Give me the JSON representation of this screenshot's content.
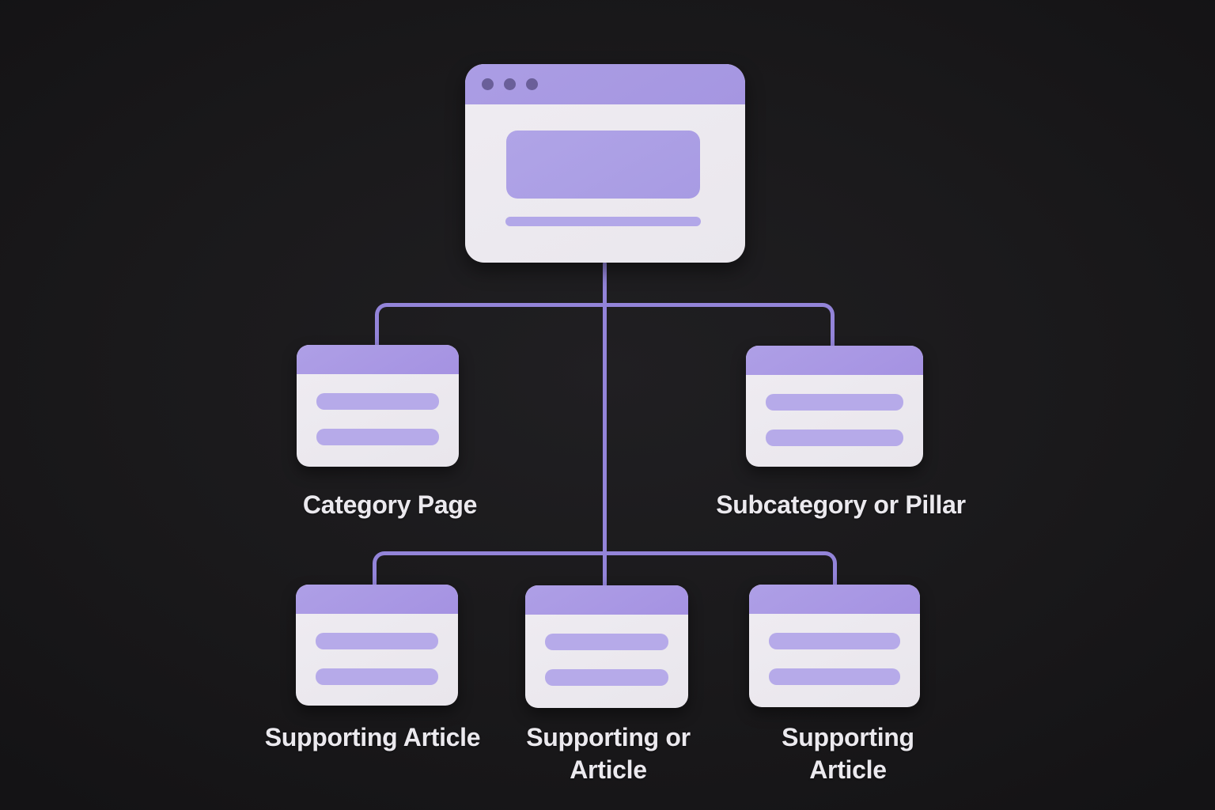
{
  "diagram": {
    "type": "site-structure-hierarchy",
    "colors": {
      "background": "#1a191b",
      "connector": "#9384d9",
      "window_header": "#a99ae3",
      "window_control_dot": "#6a5f99",
      "card_header": "#a995e4",
      "card_body": "#edeaf0",
      "placeholder_bar": "#b6aae9",
      "label_text": "#ebe9ee"
    },
    "root": {
      "id": "homepage-window",
      "kind": "browser-window",
      "window_dots": 3,
      "children_level_1": [
        "category",
        "subcategory"
      ],
      "children_level_2": [
        "supporting1",
        "supporting2",
        "supporting3"
      ]
    }
  },
  "labels": {
    "category": "Category Page",
    "subcategory": "Subcategory or Pillar",
    "supporting1": "Supporting Article",
    "supporting2_line1": "Supporting or",
    "supporting2_line2": "Article",
    "supporting3_line1": "Supporting",
    "supporting3_line2": "Article"
  }
}
